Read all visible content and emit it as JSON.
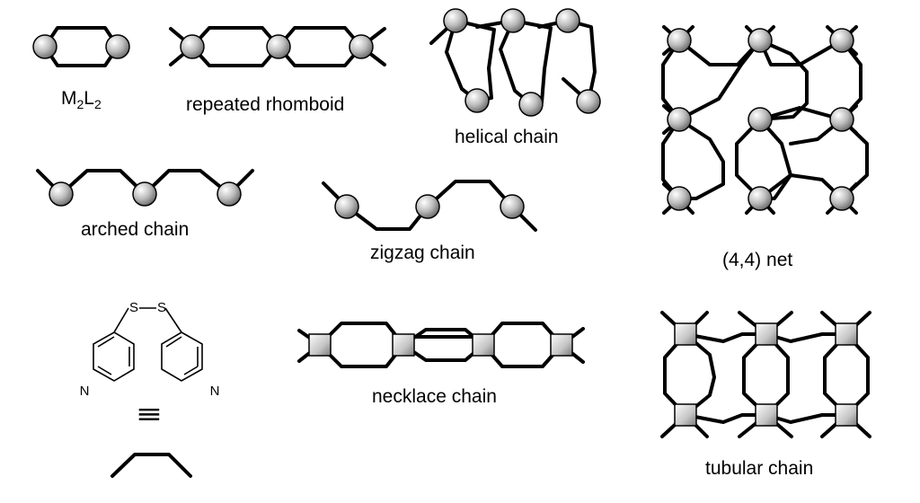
{
  "labels": {
    "m2l2": {
      "M": "M",
      "m_sub": "2",
      "L": "L",
      "l_sub": "2"
    },
    "repeated_rhomboid": "repeated rhomboid",
    "helical_chain": "helical chain",
    "arched_chain": "arched chain",
    "zigzag_chain": "zigzag chain",
    "net_44": "(4,4) net",
    "necklace_chain": "necklace chain",
    "tubular_chain": "tubular chain"
  },
  "ligand": {
    "sulfur_1": "S",
    "sulfur_2": "S",
    "nitrogen_left": "N",
    "nitrogen_right": "N",
    "equivalence_symbol": "≡"
  },
  "colors": {
    "line": "#000000",
    "node_light": "#ffffff",
    "node_dark": "#6e6e6e",
    "background": "#ffffff"
  }
}
